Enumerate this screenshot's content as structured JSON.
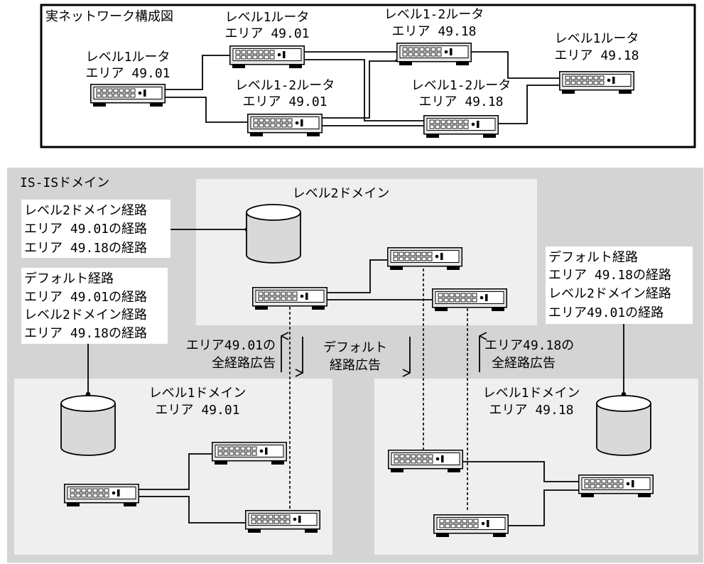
{
  "physical": {
    "title": "実ネットワーク構成図",
    "routers": [
      {
        "id": "r_l1_a",
        "line1": "レベル1ルータ",
        "line2": "エリア 49.01"
      },
      {
        "id": "r_l1_b",
        "line1": "レベル1ルータ",
        "line2": "エリア 49.01"
      },
      {
        "id": "r_l12_a",
        "line1": "レベル1-2ルータ",
        "line2": "エリア 49.01"
      },
      {
        "id": "r_l12_b",
        "line1": "レベル1-2ルータ",
        "line2": "エリア 49.18"
      },
      {
        "id": "r_l12_c",
        "line1": "レベル1-2ルータ",
        "line2": "エリア 49.18"
      },
      {
        "id": "r_l1_c",
        "line1": "レベル1ルータ",
        "line2": "エリア 49.18"
      }
    ]
  },
  "isis": {
    "title": "IS-ISドメイン",
    "level2": {
      "title": "レベル2ドメイン",
      "routes": [
        "レベル2ドメイン経路",
        "エリア 49.01の経路",
        "エリア 49.18の経路"
      ]
    },
    "left_routes": [
      "デフォルト経路",
      "エリア 49.01の経路",
      "レベル2ドメイン経路",
      "エリア 49.18の経路"
    ],
    "right_routes": [
      "デフォルト経路",
      "エリア 49.18の経路",
      "レベル2ドメイン経路",
      "エリア49.01の経路"
    ],
    "level1_left": {
      "line1": "レベル1ドメイン",
      "line2": "エリア 49.01"
    },
    "level1_right": {
      "line1": "レベル1ドメイン",
      "line2": "エリア 49.18"
    },
    "adv_left": [
      "エリア49.01の",
      "全経路広告"
    ],
    "adv_mid": [
      "デフォルト",
      "経路広告"
    ],
    "adv_right": [
      "エリア49.18の",
      "全経路広告"
    ]
  },
  "colors": {
    "domain_bg": "#d4d4d4",
    "subdomain_bg": "#efefef",
    "route_box_bg": "#ffffff",
    "router_body": "#e6e6e6",
    "line": "#000000"
  }
}
